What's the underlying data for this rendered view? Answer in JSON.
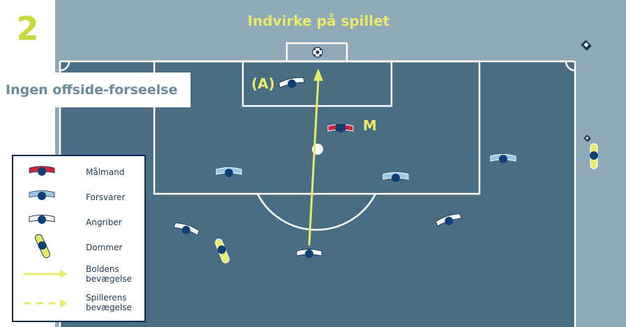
{
  "step_number": "2",
  "title": "Indvirke på spillet",
  "verdict": "Ingen offside-forseelse",
  "labels": {
    "attacker": "(A)",
    "goalkeeper": "M"
  },
  "legend": {
    "goalkeeper": "Målmand",
    "defender": "Forsvarer",
    "attacker": "Angriber",
    "referee": "Dommer",
    "ball_movement": "Boldens bevægelse",
    "player_movement": "Spillerens bevægelse"
  },
  "colors": {
    "outer_field": "#8fa9b8",
    "pitch": "#4a6d83",
    "accent": "#e6eb6b",
    "goalkeeper": "#c8243a",
    "defender": "#9cc6e6",
    "attacker": "#ffffff",
    "player_head": "#0f3f73"
  },
  "icons": [
    "ball-icon",
    "corner-flag-icon",
    "arrow-icon"
  ]
}
